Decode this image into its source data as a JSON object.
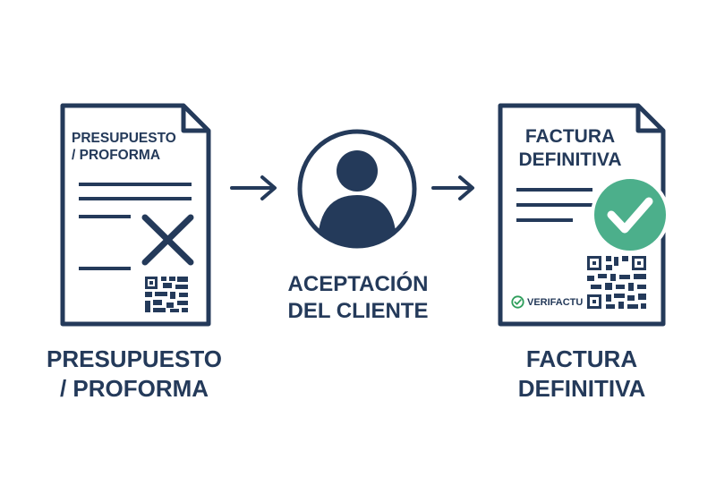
{
  "left_doc": {
    "title_line1": "PRESUPUESTO",
    "title_line2": "/ PROFORMA"
  },
  "left_caption": {
    "line1": "PRESUPUESTO",
    "line2": "/ PROFORMA"
  },
  "middle_caption": {
    "line1": "ACEPTACIÓN",
    "line2": "DEL CLIENTE"
  },
  "right_doc": {
    "title_line1": "FACTURA",
    "title_line2": "DEFINITIVA",
    "stamp_text": "VERIFACTU"
  },
  "right_caption": {
    "line1": "FACTURA",
    "line2": "DEFINITIVA"
  },
  "colors": {
    "navy": "#243a5a",
    "green": "#4caf8b",
    "white": "#ffffff"
  },
  "icons": [
    "document-icon",
    "x-mark-icon",
    "qr-code-icon",
    "arrow-right-icon",
    "user-icon",
    "checkmark-badge-icon",
    "check-circle-icon"
  ]
}
